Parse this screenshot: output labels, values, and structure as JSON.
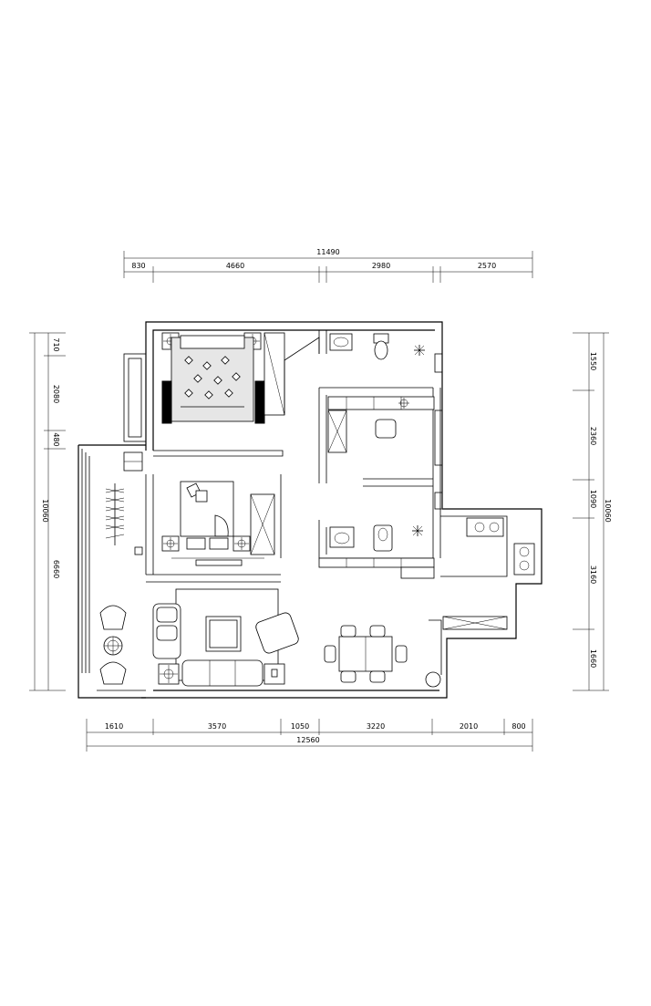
{
  "top_dimensions": {
    "total": "11490",
    "segments": [
      "830",
      "4660",
      "2980",
      "2570"
    ]
  },
  "bottom_dimensions": {
    "total": "12560",
    "segments": [
      "1610",
      "3570",
      "1050",
      "3220",
      "2010",
      "800"
    ]
  },
  "left_dimensions": {
    "total": "10060",
    "segments": [
      "710",
      "2080",
      "480",
      "6660"
    ]
  },
  "right_dimensions": {
    "total": "10060",
    "segments": [
      "1550",
      "2360",
      "1090",
      "3160",
      "1660"
    ]
  }
}
